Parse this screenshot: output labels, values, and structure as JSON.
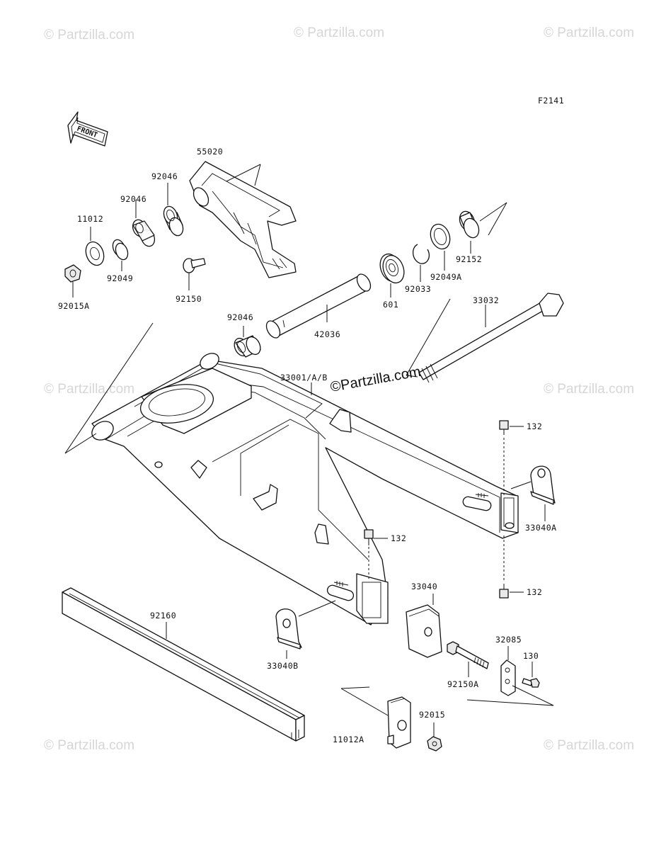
{
  "figure_code": "F2141",
  "front_arrow_label": "FRONT",
  "watermark_text": "© Partzilla.com",
  "center_watermark_text": "©Partzilla.com",
  "part_labels": [
    {
      "id": "55020",
      "text": "55020"
    },
    {
      "id": "92046a",
      "text": "92046"
    },
    {
      "id": "92046b",
      "text": "92046"
    },
    {
      "id": "11012",
      "text": "11012"
    },
    {
      "id": "92049",
      "text": "92049"
    },
    {
      "id": "92015A",
      "text": "92015A"
    },
    {
      "id": "92150",
      "text": "92150"
    },
    {
      "id": "92152",
      "text": "92152"
    },
    {
      "id": "92049A",
      "text": "92049A"
    },
    {
      "id": "92033",
      "text": "92033"
    },
    {
      "id": "601",
      "text": "601"
    },
    {
      "id": "33032",
      "text": "33032"
    },
    {
      "id": "92046c",
      "text": "92046"
    },
    {
      "id": "42036",
      "text": "42036"
    },
    {
      "id": "33001",
      "text": "33001/A/B"
    },
    {
      "id": "132a",
      "text": "132"
    },
    {
      "id": "33040A",
      "text": "33040A"
    },
    {
      "id": "132b",
      "text": "132"
    },
    {
      "id": "132c",
      "text": "132"
    },
    {
      "id": "33040",
      "text": "33040"
    },
    {
      "id": "92160",
      "text": "92160"
    },
    {
      "id": "33040B",
      "text": "33040B"
    },
    {
      "id": "32085",
      "text": "32085"
    },
    {
      "id": "130",
      "text": "130"
    },
    {
      "id": "92150A",
      "text": "92150A"
    },
    {
      "id": "92015",
      "text": "92015"
    },
    {
      "id": "11012A",
      "text": "11012A"
    }
  ]
}
